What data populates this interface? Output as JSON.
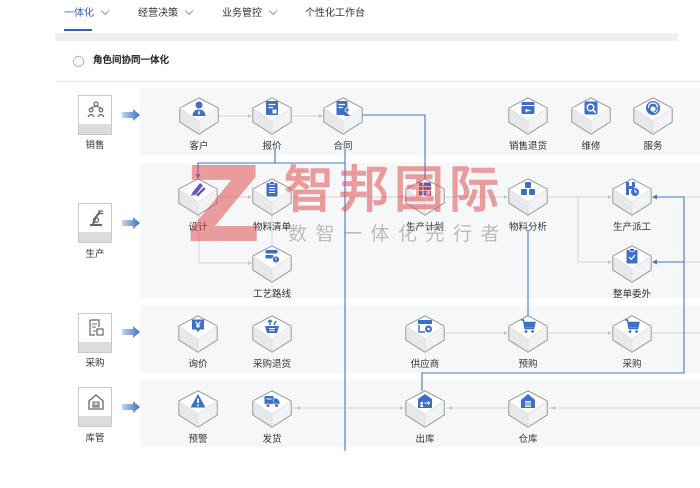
{
  "nav": {
    "tabs": [
      {
        "label": "一体化",
        "active": true,
        "has_dropdown": true
      },
      {
        "label": "经营决策",
        "active": false,
        "has_dropdown": true
      },
      {
        "label": "业务管控",
        "active": false,
        "has_dropdown": true
      },
      {
        "label": "个性化工作台",
        "active": false,
        "has_dropdown": false
      }
    ]
  },
  "section": {
    "title": "角色间协同一体化",
    "icon": "gear-icon"
  },
  "rows": [
    {
      "role": "销售",
      "role_icon": "org-chart-icon",
      "nodes": [
        {
          "label": "客户",
          "icon": "customer-icon"
        },
        {
          "label": "报价",
          "icon": "quote-icon"
        },
        {
          "label": "合同",
          "icon": "contract-icon"
        },
        {
          "label": "销售退货",
          "icon": "sales-return-icon"
        },
        {
          "label": "维修",
          "icon": "repair-icon"
        },
        {
          "label": "服务",
          "icon": "service-icon"
        }
      ]
    },
    {
      "role": "生产",
      "role_icon": "robot-arm-icon",
      "nodes": [
        {
          "label": "设计",
          "icon": "design-icon"
        },
        {
          "label": "物料清单",
          "icon": "bom-icon"
        },
        {
          "label": "生产计划",
          "icon": "production-plan-icon"
        },
        {
          "label": "物料分析",
          "icon": "material-analysis-icon"
        },
        {
          "label": "生产派工",
          "icon": "dispatch-icon"
        },
        {
          "label": "工艺路线",
          "icon": "process-route-icon"
        },
        {
          "label": "整单委外",
          "icon": "outsource-icon"
        }
      ]
    },
    {
      "role": "采购",
      "role_icon": "purchase-doc-icon",
      "nodes": [
        {
          "label": "询价",
          "icon": "inquiry-icon"
        },
        {
          "label": "采购退货",
          "icon": "purchase-return-icon"
        },
        {
          "label": "供应商",
          "icon": "supplier-icon"
        },
        {
          "label": "预购",
          "icon": "pre-purchase-icon"
        },
        {
          "label": "采购",
          "icon": "purchase-cart-icon"
        }
      ]
    },
    {
      "role": "库管",
      "role_icon": "warehouse-keeper-icon",
      "nodes": [
        {
          "label": "预警",
          "icon": "warning-icon"
        },
        {
          "label": "发货",
          "icon": "shipping-truck-icon"
        },
        {
          "label": "出库",
          "icon": "outbound-icon"
        },
        {
          "label": "仓库",
          "icon": "warehouse-icon"
        }
      ]
    }
  ],
  "watermark": {
    "logo_letter": "Z",
    "brand": "智邦国际",
    "slogan": "数智一体化先行者"
  },
  "colors": {
    "accent": "#2f62b6",
    "icon_blue": "#3d6fc6",
    "flow_line": "#4a77c0",
    "connector": "#d3d6da",
    "row_bg": "#f6f7f8",
    "watermark_red": "#e05252"
  }
}
